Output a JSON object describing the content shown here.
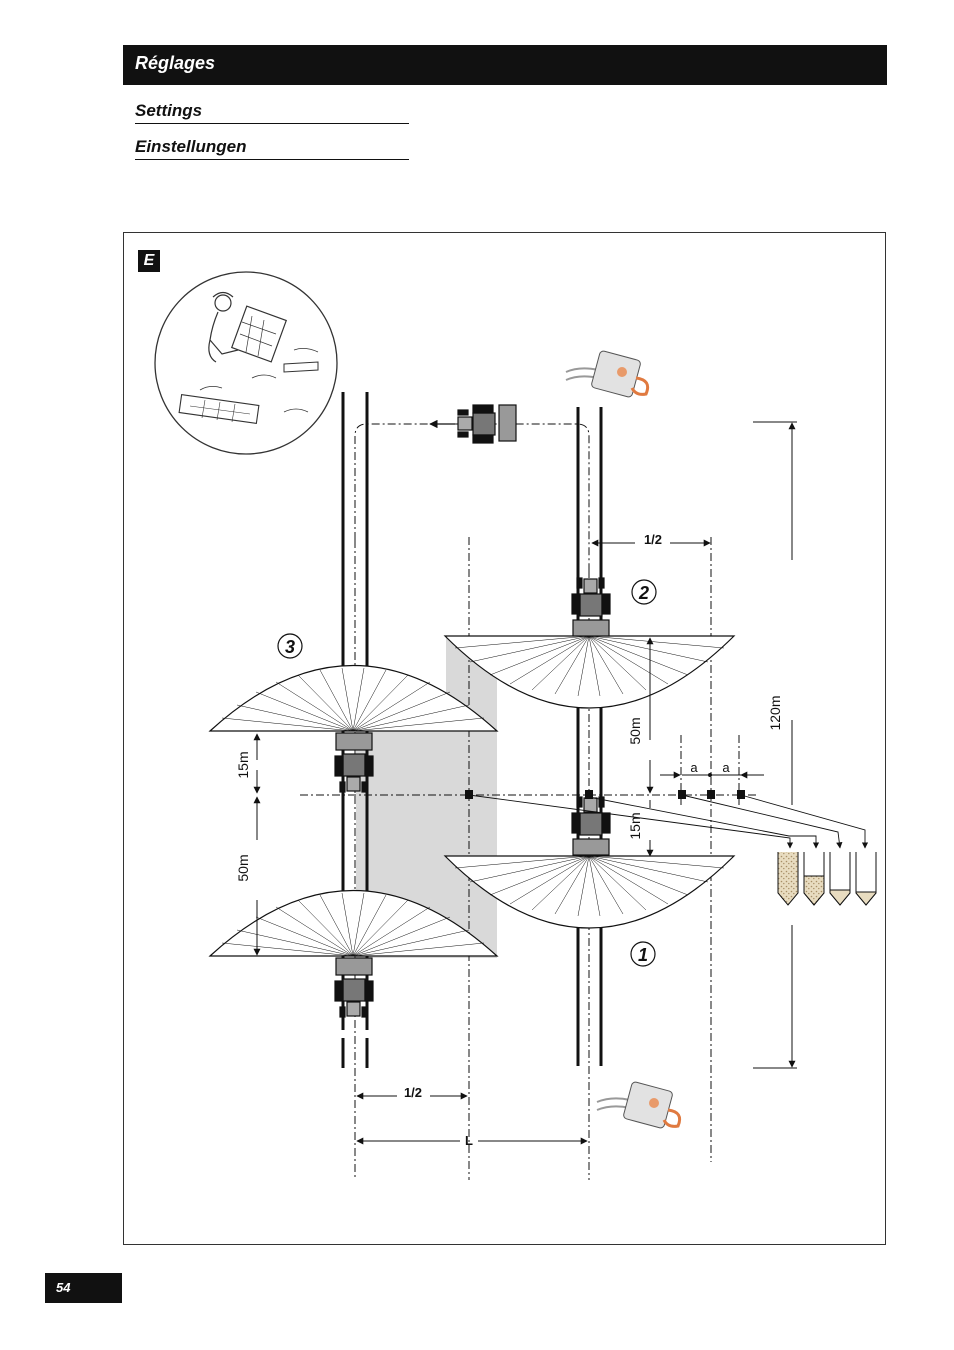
{
  "header": {
    "title": "Réglages"
  },
  "subheadings": {
    "settings": "Settings",
    "einstellungen": "Einstellungen"
  },
  "figure": {
    "tag": "E",
    "numbers": {
      "one": "1",
      "two": "2",
      "three": "3"
    },
    "labels": {
      "half_top": "1/2",
      "half_bottom": "1/2",
      "L": "L",
      "d120": "120m",
      "d50_right": "50m",
      "d15_right": "15m",
      "d15_left": "15m",
      "d50_left": "50m",
      "a1": "a",
      "a2": "a"
    }
  },
  "page": {
    "number": "54"
  }
}
